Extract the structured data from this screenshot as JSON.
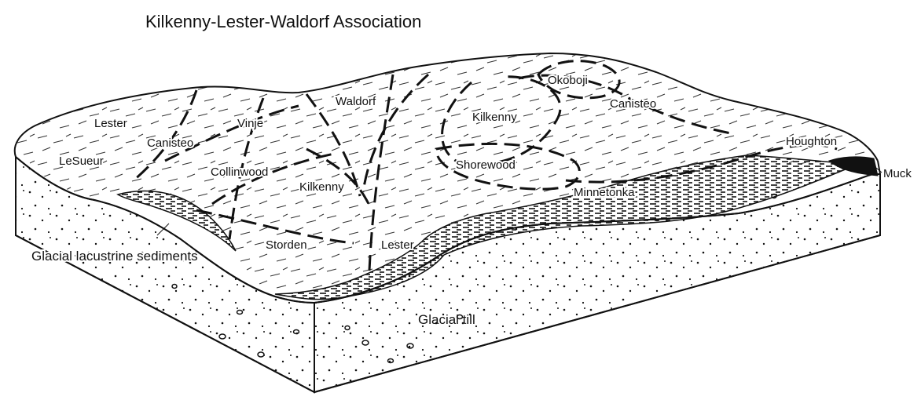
{
  "title": "Kilkenny-Lester-Waldorf Association",
  "soil_labels": {
    "lester_nw": "Lester",
    "lesueur": "LeSueur",
    "canisteo_w": "Canisteo",
    "vinje": "Vinje",
    "waldorf": "Waldorf",
    "collinwood": "Collinwood",
    "kilkenny_center": "Kilkenny",
    "kilkenny_ne": "Kilkenny",
    "okoboji": "Okoboji",
    "canisteo_e": "Canisteo",
    "houghton": "Houghton",
    "shorewood": "Shorewood",
    "minnetonka": "Minnetonka",
    "storden": "Storden",
    "lester_s": "Lester"
  },
  "material_labels": {
    "muck": "Muck",
    "lacustrine": "Glacial lacustrine sediments",
    "till": "Glacial till"
  }
}
